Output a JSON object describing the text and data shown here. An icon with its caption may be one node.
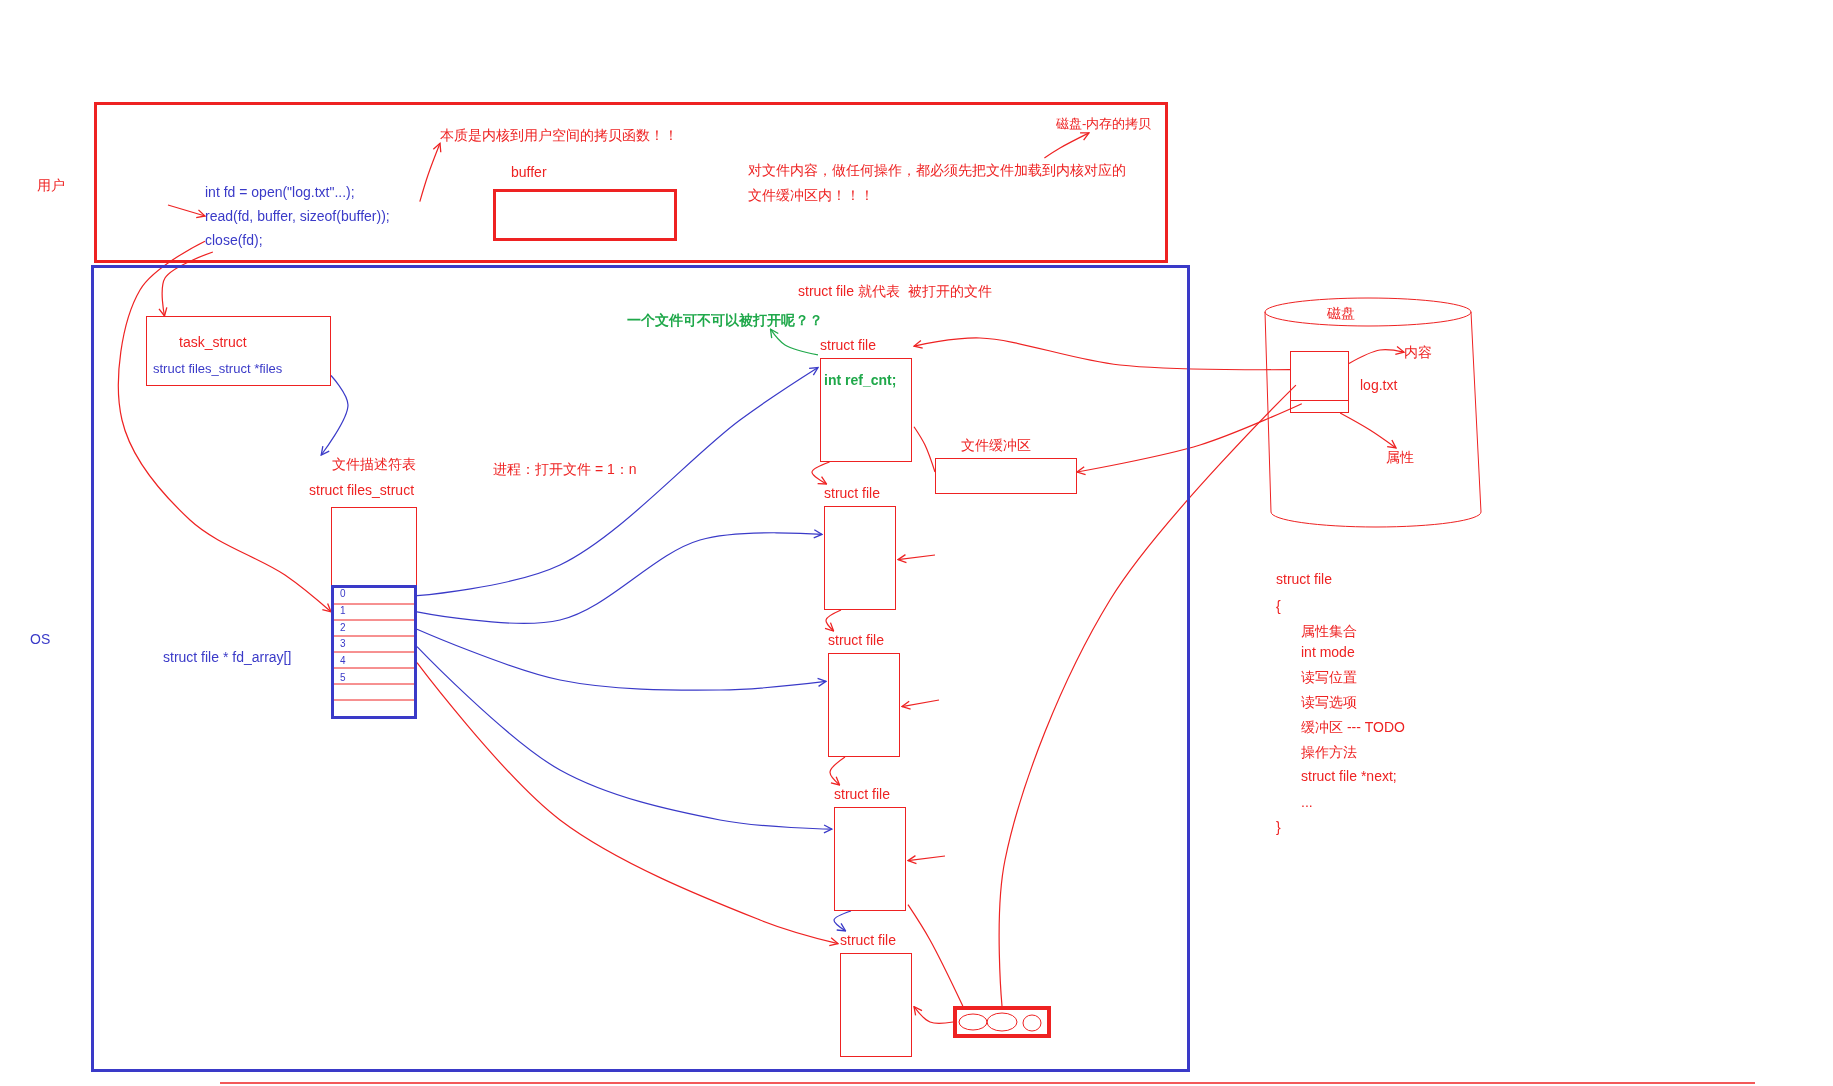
{
  "diagram": {
    "nodes": [
      {
        "text": [],
        "shape": "box",
        "beside": [
          "用户"
        ]
      },
      {
        "text": [
          "int fd = open(\"log.txt\"...);",
          "read(fd, buffer, sizeof(buffer));",
          "close(fd);"
        ],
        "in": 0
      },
      {
        "text": [
          "本质是内核到用户空间的拷贝函数！！"
        ],
        "in": 0
      },
      {
        "text": [
          "buffer"
        ],
        "in": 0
      },
      {
        "text": [
          "对文件内容，做任何操作，都必须先把文件加载到内核对应的文件缓冲区内！！！"
        ],
        "in": 0
      },
      {
        "text": [
          "磁盘-内存的拷贝"
        ],
        "in": 0
      },
      {
        "text": [],
        "shape": "box",
        "beside": [
          "OS"
        ]
      },
      {
        "text": [
          "task_struct",
          "struct files_struct *files"
        ],
        "in": 6
      },
      {
        "text": [
          "文件描述符表",
          "struct files_struct"
        ],
        "in": 6
      },
      {
        "text": [],
        "shape": "box",
        "in": 8,
        "beside": [
          "struct file * fd_array[]"
        ]
      },
      {
        "text": [
          "一个文件可不可以被打开呢？？"
        ],
        "in": 6
      },
      {
        "text": [
          "struct file",
          "int ref_cnt;"
        ],
        "in": 6
      },
      {
        "text": [
          "文件缓冲区"
        ],
        "in": 6
      },
      {
        "text": [
          "struct file"
        ],
        "in": 6
      },
      {
        "text": [
          "struct file"
        ],
        "in": 6
      },
      {
        "text": [
          "struct file"
        ],
        "in": 6
      },
      {
        "text": [
          "struct file"
        ],
        "in": 6
      },
      {
        "text": [],
        "shape": "box",
        "in": 6
      },
      {
        "text": [
          "磁盘"
        ]
      },
      {
        "text": [],
        "shape": "box",
        "in": 18,
        "beside": [
          "log.txt"
        ]
      },
      {
        "text": [
          "内容"
        ],
        "in": 18
      },
      {
        "text": [
          "属性"
        ],
        "in": 18
      }
    ],
    "edges": [
      {
        "from": null,
        "to": 1,
        "arrow": "to"
      },
      {
        "from": 1,
        "to": 2,
        "arrow": "to"
      },
      {
        "from": 1,
        "to": 7,
        "arrow": "to"
      },
      {
        "from": 1,
        "to": 9,
        "arrow": "to"
      },
      {
        "from": 4,
        "to": 5,
        "arrow": "to"
      },
      {
        "from": 7,
        "to": 8,
        "arrow": "to",
        "color": "#3a3ac8"
      },
      {
        "from": 9,
        "to": 11,
        "arrow": "to",
        "color": "#3a3ac8"
      },
      {
        "from": 9,
        "to": 13,
        "arrow": "to",
        "color": "#3a3ac8"
      },
      {
        "from": 9,
        "to": 14,
        "arrow": "to",
        "color": "#3a3ac8"
      },
      {
        "from": 9,
        "to": 15,
        "arrow": "to",
        "color": "#3a3ac8"
      },
      {
        "from": 9,
        "to": 16,
        "arrow": "to"
      },
      {
        "from": 11,
        "to": 10,
        "arrow": "to",
        "color": "#1fa84a"
      },
      {
        "from": 11,
        "to": 13,
        "arrow": "to"
      },
      {
        "from": 13,
        "to": 14,
        "arrow": "to"
      },
      {
        "from": 14,
        "to": 15,
        "arrow": "to"
      },
      {
        "from": 15,
        "to": 16,
        "arrow": "to",
        "color": "#3a3ac8"
      },
      {
        "from": 19,
        "to": 11,
        "arrow": "to"
      },
      {
        "from": 19,
        "to": 12,
        "arrow": "to"
      },
      {
        "from": 11,
        "to": 12,
        "arrow": "none"
      },
      {
        "from": 17,
        "to": 19,
        "arrow": "none"
      },
      {
        "from": 17,
        "to": 16,
        "arrow": "to"
      },
      {
        "from": 15,
        "to": 17,
        "arrow": "none"
      },
      {
        "from": 19,
        "to": 20,
        "arrow": "to"
      },
      {
        "from": 19,
        "to": 21,
        "arrow": "to"
      },
      {
        "from": null,
        "to": 13,
        "arrow": "to"
      },
      {
        "from": null,
        "to": 14,
        "arrow": "to"
      },
      {
        "from": null,
        "to": 15,
        "arrow": "to"
      }
    ],
    "labels": [
      "struct file 就代表  被打开的文件",
      "进程：打开文件 = 1：n",
      "0",
      "1",
      "2",
      "3",
      "4",
      "5",
      "struct file",
      "{",
      "属性集合",
      "int mode",
      "读写位置",
      "读写选项",
      "缓冲区 --- TODO",
      "操作方法",
      "struct file *next;",
      "...",
      "}"
    ]
  }
}
